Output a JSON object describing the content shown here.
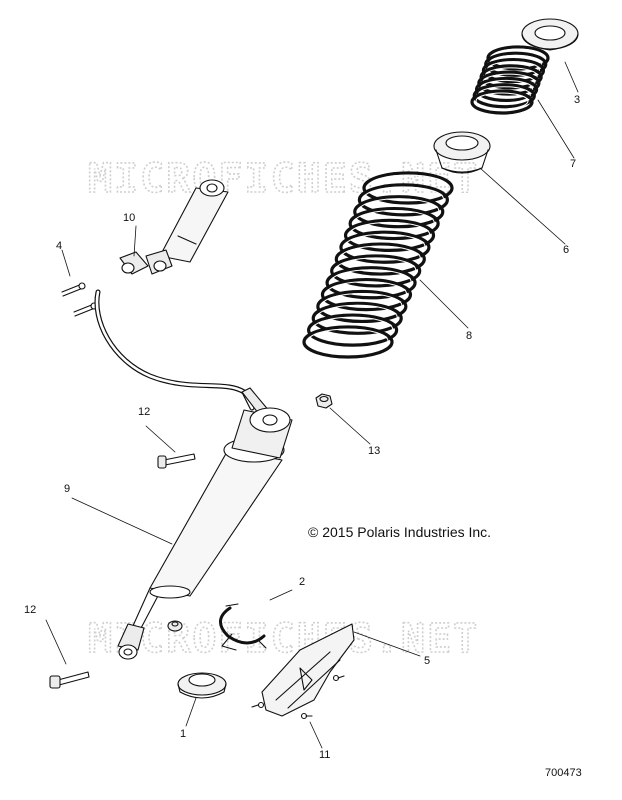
{
  "watermark": "MICROFICHES.NET",
  "copyright": "© 2015 Polaris Industries Inc.",
  "reference_number": "700473",
  "callouts": [
    {
      "id": "c1",
      "label": "1"
    },
    {
      "id": "c2",
      "label": "2"
    },
    {
      "id": "c3",
      "label": "3"
    },
    {
      "id": "c4",
      "label": "4"
    },
    {
      "id": "c5",
      "label": "5"
    },
    {
      "id": "c6",
      "label": "6"
    },
    {
      "id": "c7",
      "label": "7"
    },
    {
      "id": "c8",
      "label": "8"
    },
    {
      "id": "c9",
      "label": "9"
    },
    {
      "id": "c10",
      "label": "10"
    },
    {
      "id": "c11",
      "label": "11"
    },
    {
      "id": "c12a",
      "label": "12"
    },
    {
      "id": "c12b",
      "label": "12"
    },
    {
      "id": "c13",
      "label": "13"
    }
  ]
}
